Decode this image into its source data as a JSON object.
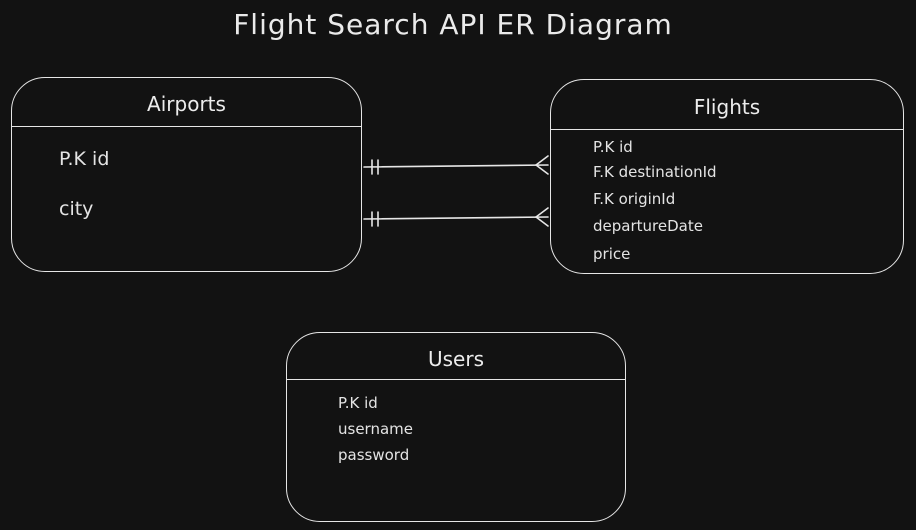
{
  "title": "Flight Search API ER Diagram",
  "entities": {
    "airports": {
      "name": "Airports",
      "attributes": [
        "P.K id",
        "city"
      ]
    },
    "flights": {
      "name": "Flights",
      "attributes": [
        "P.K id",
        "F.K destinationId",
        "F.K originId",
        "departureDate",
        "price"
      ]
    },
    "users": {
      "name": "Users",
      "attributes": [
        "P.K id",
        "username",
        "password"
      ]
    }
  },
  "relationships": [
    {
      "from": "airports",
      "to": "flights",
      "from_cardinality": "exactly-one",
      "to_cardinality": "many"
    },
    {
      "from": "airports",
      "to": "flights",
      "from_cardinality": "exactly-one",
      "to_cardinality": "many"
    }
  ],
  "colors": {
    "background": "#121212",
    "stroke": "#e6e6e6",
    "text": "#e8e8e8"
  }
}
